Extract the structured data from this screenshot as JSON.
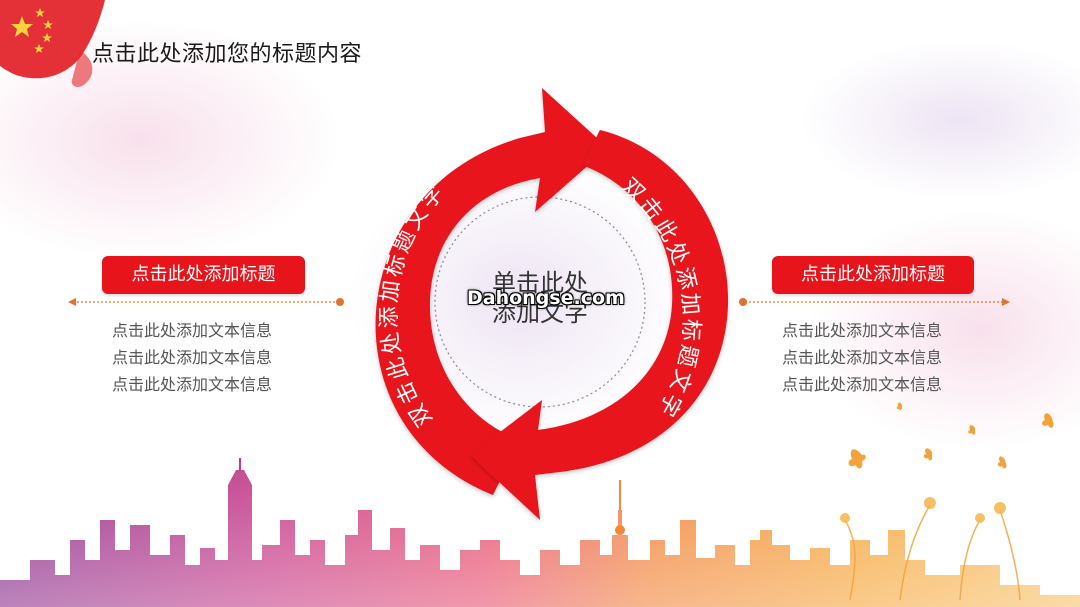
{
  "page": {
    "title": "点击此处添加您的标题内容"
  },
  "cycle": {
    "left_arc_text": "双击此处添加标题文字",
    "right_arc_text": "双击此处添加标题文字",
    "center_line1": "单击此处",
    "center_line2": "添加文字",
    "watermark": "Dahongse.com"
  },
  "left_panel": {
    "label": "点击此处添加标题",
    "lines": [
      "点击此处添加文本信息",
      "点击此处添加文本信息",
      "点击此处添加文本信息"
    ]
  },
  "right_panel": {
    "label": "点击此处添加标题",
    "lines": [
      "点击此处添加文本信息",
      "点击此处添加文本信息",
      "点击此处添加文本信息"
    ]
  },
  "colors": {
    "accent": "#e8141c",
    "connector": "#e2732f",
    "text": "#555555"
  }
}
